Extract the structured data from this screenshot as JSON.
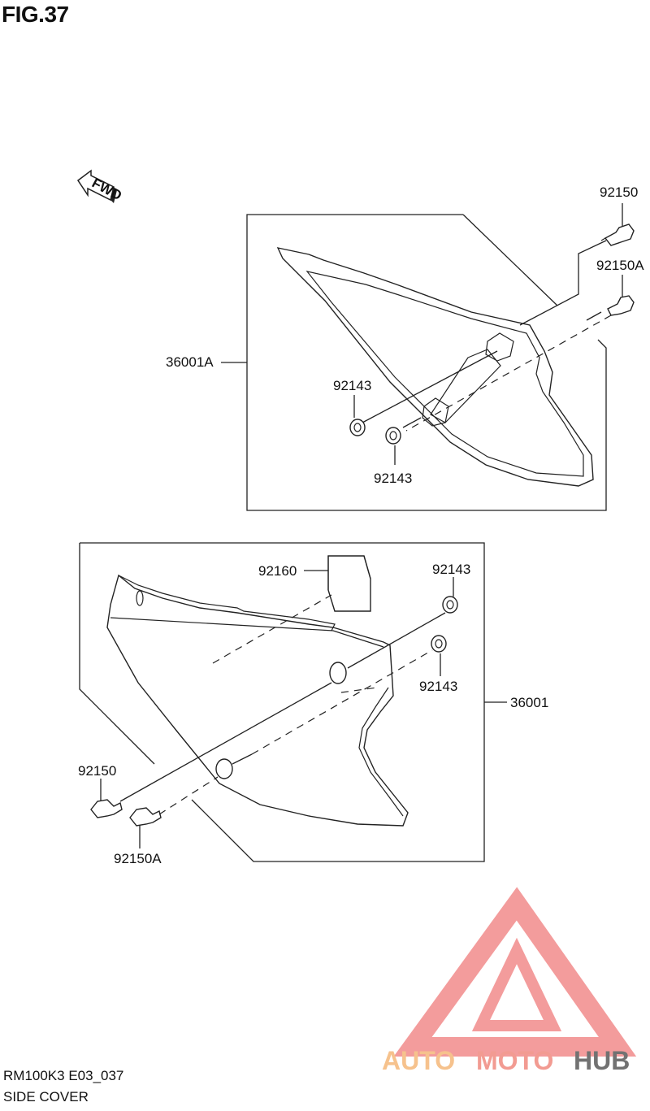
{
  "figure": {
    "title": "FIG.37"
  },
  "fwd_arrow": {
    "text": "FWD"
  },
  "callouts": {
    "upper_bolt_a": "92150",
    "upper_bolt_b": "92150A",
    "upper_cover": "36001A",
    "upper_grommet_a": "92143",
    "upper_grommet_b": "92143",
    "sticker": "92160",
    "lower_grommet_a": "92143",
    "lower_grommet_b": "92143",
    "lower_cover": "36001",
    "lower_bolt_a": "92150",
    "lower_bolt_b": "92150A"
  },
  "watermark": {
    "part1": "AUTO",
    "part2": "MOTO",
    "part3": "HUB",
    "color1": "#f5b87a",
    "color2": "#f08a80",
    "color3": "#5a5a5a",
    "logo_color": "#f28b8b"
  },
  "footer": {
    "code": "RM100K3 E03_037",
    "name": "SIDE COVER"
  }
}
